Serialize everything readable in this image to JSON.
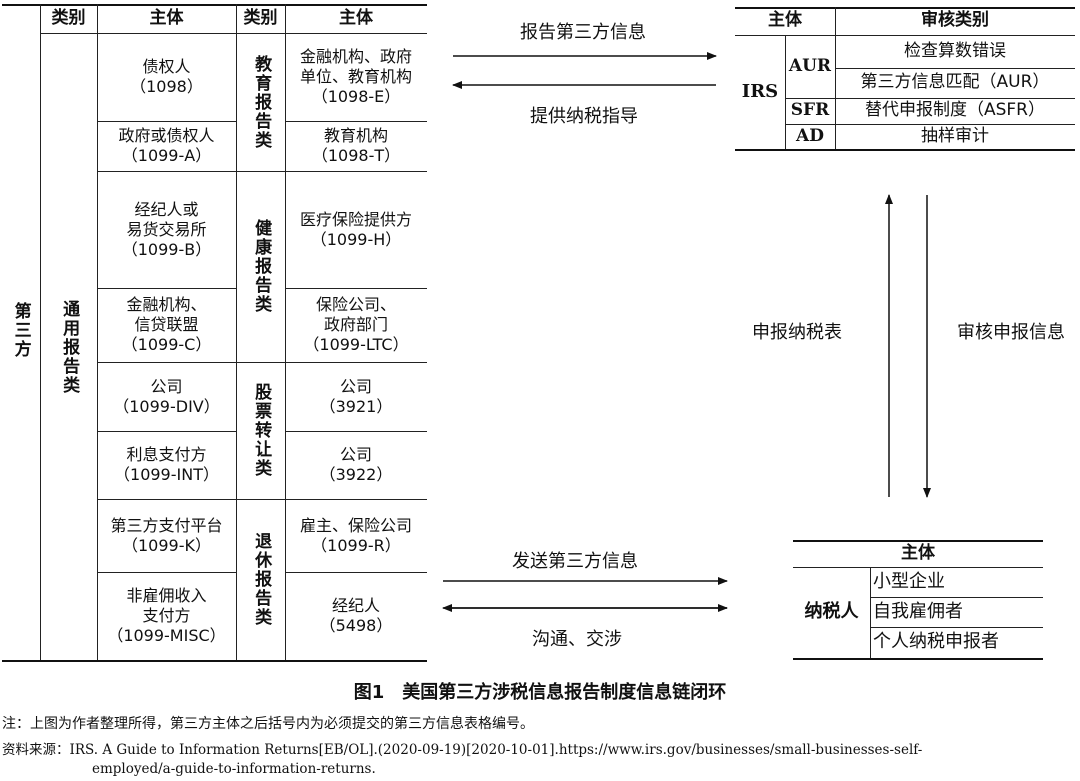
{
  "left_table": {
    "header": {
      "col1": "类别",
      "col2": "主体",
      "col3": "类别",
      "col4": "主体"
    },
    "third_party": "第三方",
    "general_category": "通用报告类",
    "rows": [
      {
        "subject": "债权人\n（1098）"
      },
      {
        "subject": "政府或债权人\n（1099-A）"
      },
      {
        "subject": "经纪人或\n易货交易所\n（1099-B）"
      },
      {
        "subject": "金融机构、\n信贷联盟\n（1099-C）"
      },
      {
        "subject": "公司\n（1099-DIV）"
      },
      {
        "subject": "利息支付方\n（1099-INT）"
      },
      {
        "subject": "第三方支付平台\n（1099-K）"
      },
      {
        "subject": "非雇佣收入\n支付方\n（1099-MISC）"
      }
    ],
    "categories": [
      {
        "name": "教育报告类",
        "items": [
          "金融机构、政府\n单位、教育机构\n（1098-E）",
          "教育机构\n（1098-T）"
        ]
      },
      {
        "name": "健康报告类",
        "items": [
          "医疗保险提供方\n（1099-H）",
          "保险公司、\n政府部门\n（1099-LTC）"
        ]
      },
      {
        "name": "股票转让类",
        "items": [
          "公司\n（3921）",
          "公司\n（3922）"
        ]
      },
      {
        "name": "退休报告类",
        "items": [
          "雇主、保险公司\n（1099-R）",
          "经纪人\n（5498）"
        ]
      }
    ]
  },
  "irs_table": {
    "header": {
      "subject": "主体",
      "type": "审核类别"
    },
    "entity": "IRS",
    "rows": [
      {
        "code": "AUR",
        "items": [
          "检查算数错误",
          "第三方信息匹配（AUR）"
        ]
      },
      {
        "code": "SFR",
        "items": [
          "替代申报制度（ASFR）"
        ]
      },
      {
        "code": "AD",
        "items": [
          "抽样审计"
        ]
      }
    ]
  },
  "taxpayer_table": {
    "header": "主体",
    "entity": "纳税人",
    "items": [
      "小型企业",
      "自我雇佣者",
      "个人纳税申报者"
    ]
  },
  "arrows": {
    "report_third_party": "报告第三方信息",
    "tax_guidance": "提供纳税指导",
    "file_return": "申报纳税表",
    "review_return": "审核申报信息",
    "send_third_party": "发送第三方信息",
    "communicate": "沟通、交涉"
  },
  "caption": "图1　美国第三方涉税信息报告制度信息链闭环",
  "note": "注：上图为作者整理所得，第三方主体之后括号内为必须提交的第三方信息表格编号。",
  "source_line1": "资料来源：IRS. A Guide to Information Returns[EB/OL].(2020-09-19)[2020-10-01].https://www.irs.gov/businesses/small-businesses-self-",
  "source_line2": "employed/a-guide-to-information-returns."
}
